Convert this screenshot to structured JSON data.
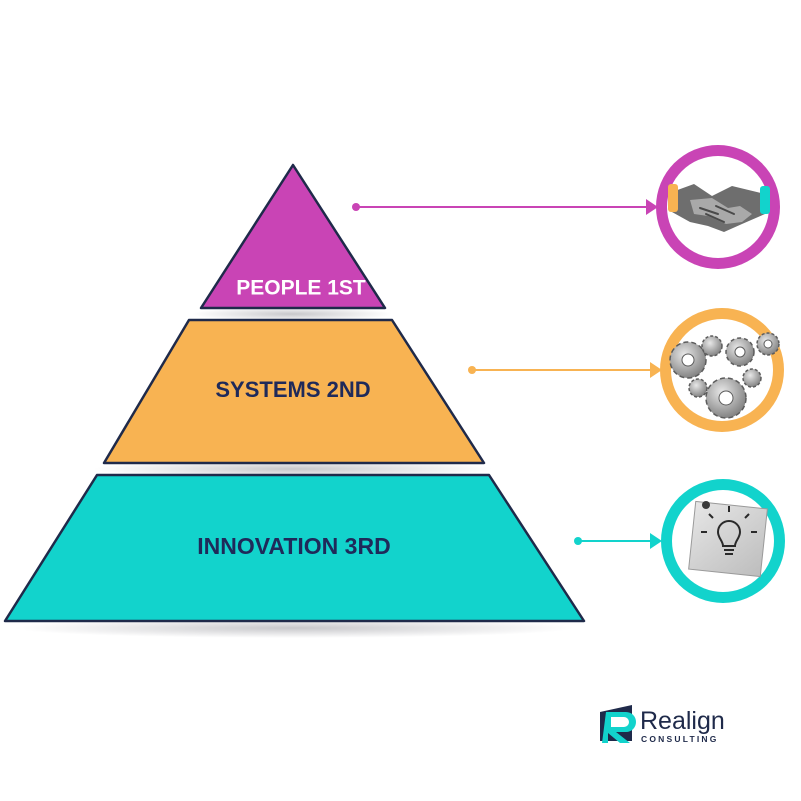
{
  "pyramid": {
    "tiers": [
      {
        "label": "PEOPLE 1ST",
        "color": "#c944b5",
        "text_color": "#ffffff",
        "icon": "handshake-icon"
      },
      {
        "label": "SYSTEMS 2ND",
        "color": "#f8b352",
        "text_color": "#1f2a5a",
        "icon": "gears-icon"
      },
      {
        "label": "INNOVATION 3RD",
        "color": "#12d3cc",
        "text_color": "#1f2a5a",
        "icon": "lightbulb-note-icon"
      }
    ],
    "outline_color": "#1f2a4a"
  },
  "brand": {
    "name": "Realign",
    "subtitle": "CONSULTING",
    "colors": {
      "navy": "#1f2a4a",
      "teal": "#12d3cc"
    }
  }
}
